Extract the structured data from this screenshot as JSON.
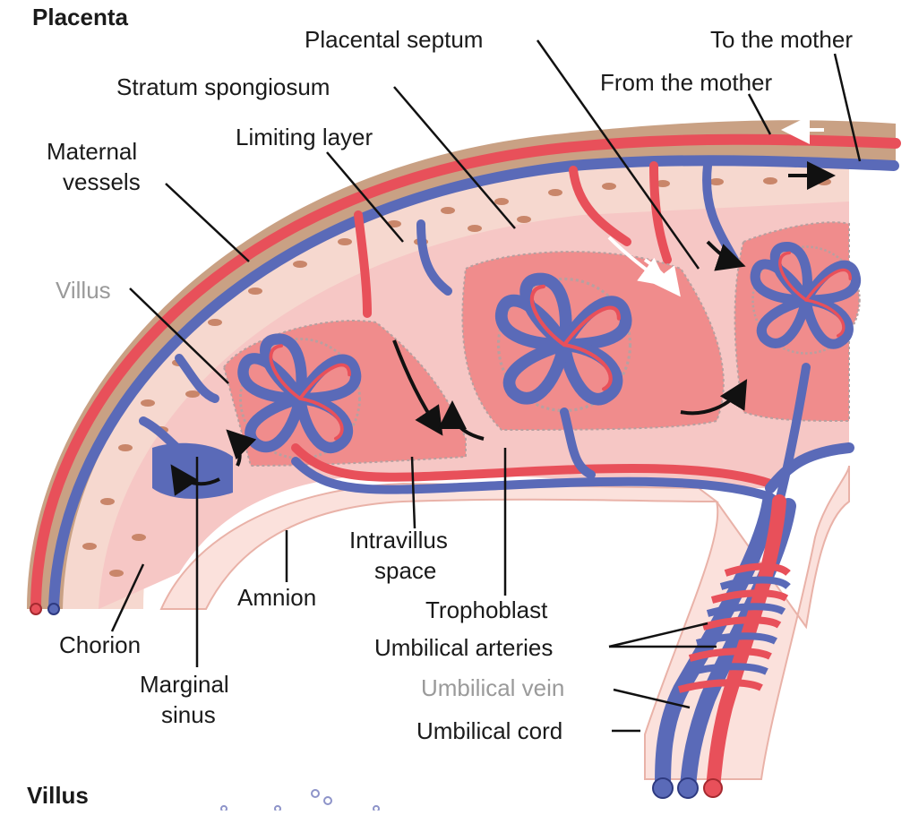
{
  "title": "Placenta",
  "footer_title": "Villus",
  "labels": {
    "placental_septum": "Placental septum",
    "to_the_mother": "To the mother",
    "from_the_mother": "From the mother",
    "stratum_spongiosum": "Stratum spongiosum",
    "limiting_layer": "Limiting layer",
    "maternal_vessels_1": "Maternal",
    "maternal_vessels_2": "vessels",
    "villus": "Villus",
    "intravillus_space_1": "Intravillus",
    "intravillus_space_2": "space",
    "amnion": "Amnion",
    "trophoblast": "Trophoblast",
    "chorion": "Chorion",
    "umbilical_arteries": "Umbilical arteries",
    "marginal_sinus_1": "Marginal",
    "marginal_sinus_2": "sinus",
    "umbilical_vein": "Umbilical vein",
    "umbilical_cord": "Umbilical cord"
  },
  "colors": {
    "artery_red": "#e8505a",
    "vein_blue": "#5a6ab8",
    "tissue_pink": "#f6c7c5",
    "blood_pool": "#f08c8c",
    "outer_layer_tan": "#c9a184",
    "cells": "#c9866a",
    "leader": "#111111"
  }
}
